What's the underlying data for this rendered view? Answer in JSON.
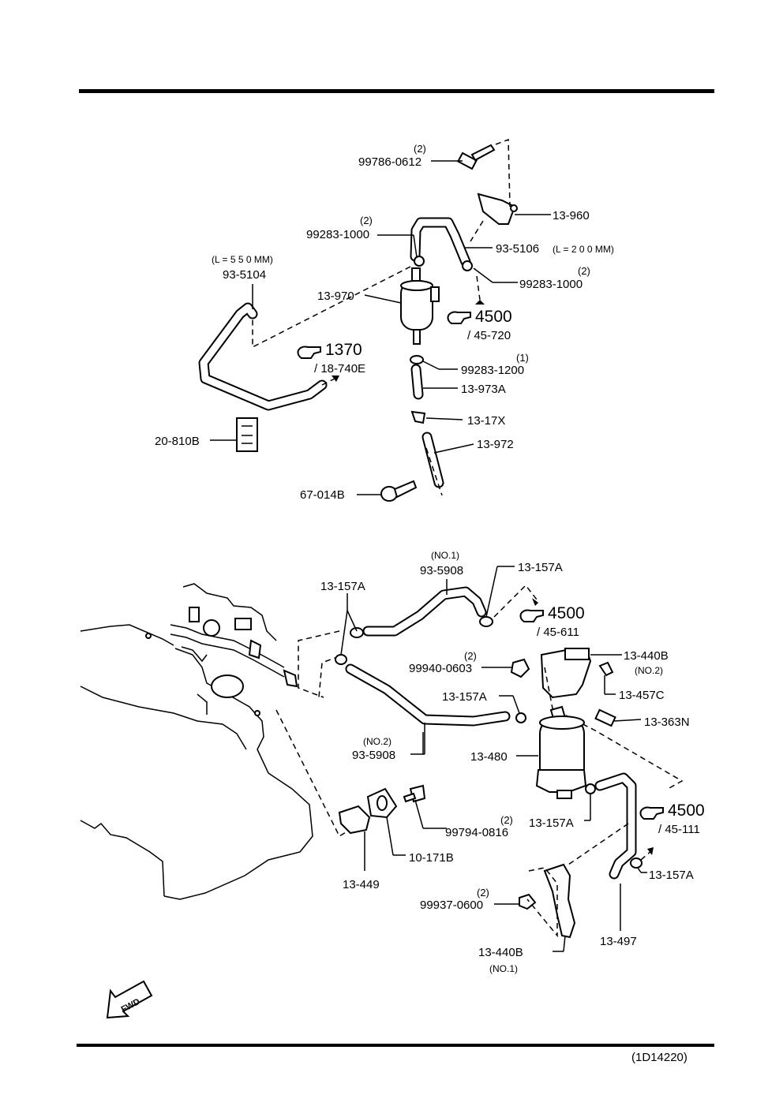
{
  "labels": {
    "bolt_qty": "(2)",
    "bolt": "99786-0612",
    "bracket_upper": "13-960",
    "clamp_a_qty": "(2)",
    "clamp_a": "99283-1000",
    "hose_200": "93-5106",
    "hose_200_len": "(L = 2 0 0 MM)",
    "clamp_b_qty": "(2)",
    "clamp_b": "99283-1000",
    "hose_550_len": "(L = 5 5 0 MM)",
    "hose_550": "93-5104",
    "canister_upper": "13-970",
    "ref_4500_a": "4500",
    "ref_45_720": "/ 45-720",
    "ref_1370": "1370",
    "ref_18_740e": "/ 18-740E",
    "clamp_c_qty": "(1)",
    "clamp_c": "99283-1200",
    "hose_973a": "13-973A",
    "fitting": "13-17X",
    "pipe": "13-972",
    "clip": "20-810B",
    "fastener": "67-014B",
    "hose1_no": "(NO.1)",
    "hose1": "93-5908",
    "clamp_157a_1": "13-157A",
    "clamp_157a_2": "13-157A",
    "ref_4500_b": "4500",
    "ref_45_611": "/ 45-611",
    "nut_a_qty": "(2)",
    "nut_a": "99940-0603",
    "bracket_no2": "13-440B",
    "bracket_no2_sub": "(NO.2)",
    "valve_457c": "13-457C",
    "clamp_157a_3": "13-157A",
    "valve_363n": "13-363N",
    "hose2_no": "(NO.2)",
    "hose2": "93-5908",
    "canister_lower": "13-480",
    "clamp_157a_4": "13-157A",
    "ref_4500_c": "4500",
    "ref_45_111": "/ 45-111",
    "bolt_b_qty": "(2)",
    "bolt_b": "99794-0816",
    "gasket": "10-171B",
    "plate": "13-449",
    "clamp_157a_5": "13-157A",
    "nut_b_qty": "(2)",
    "nut_b": "99937-0600",
    "bracket_no1": "13-440B",
    "bracket_no1_sub": "(NO.1)",
    "hose_497": "13-497",
    "fwd": "FWD",
    "diagram_code": "(1D14220)"
  }
}
